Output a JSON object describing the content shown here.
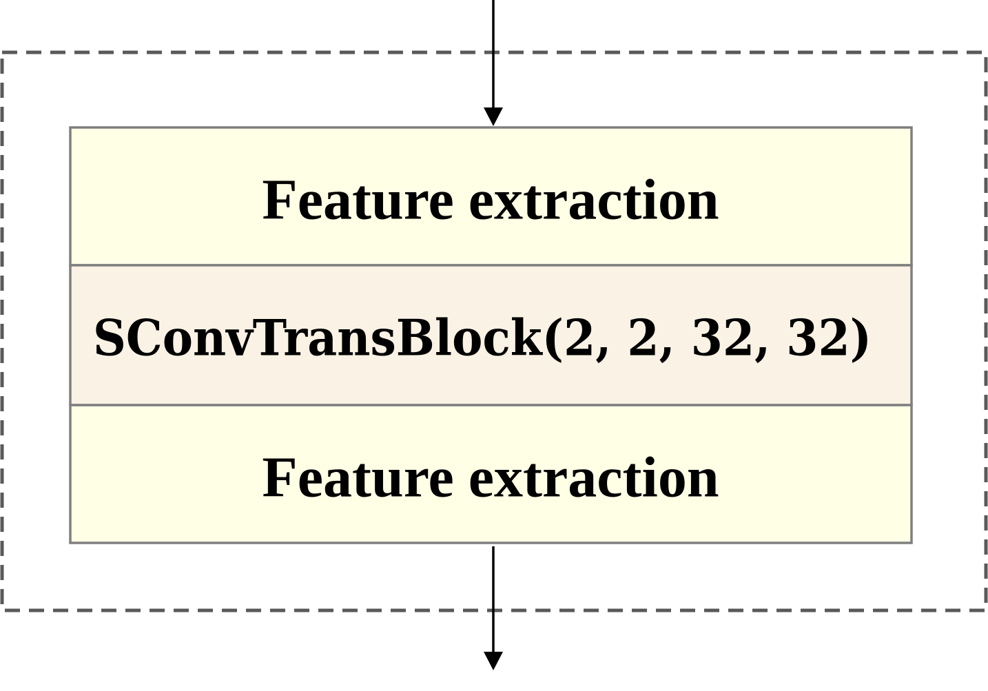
{
  "blocks": [
    {
      "label": "Feature extraction",
      "fill": "#FFFFE6"
    },
    {
      "label": "SConvTransBlock(2, 2, 32, 32)",
      "fill": "#FAF2E4"
    },
    {
      "label": "Feature extraction",
      "fill": "#FFFFE6"
    }
  ],
  "colors": {
    "block_border": "#7F7F7F",
    "dashed_border": "#595959",
    "arrow": "#000000"
  }
}
